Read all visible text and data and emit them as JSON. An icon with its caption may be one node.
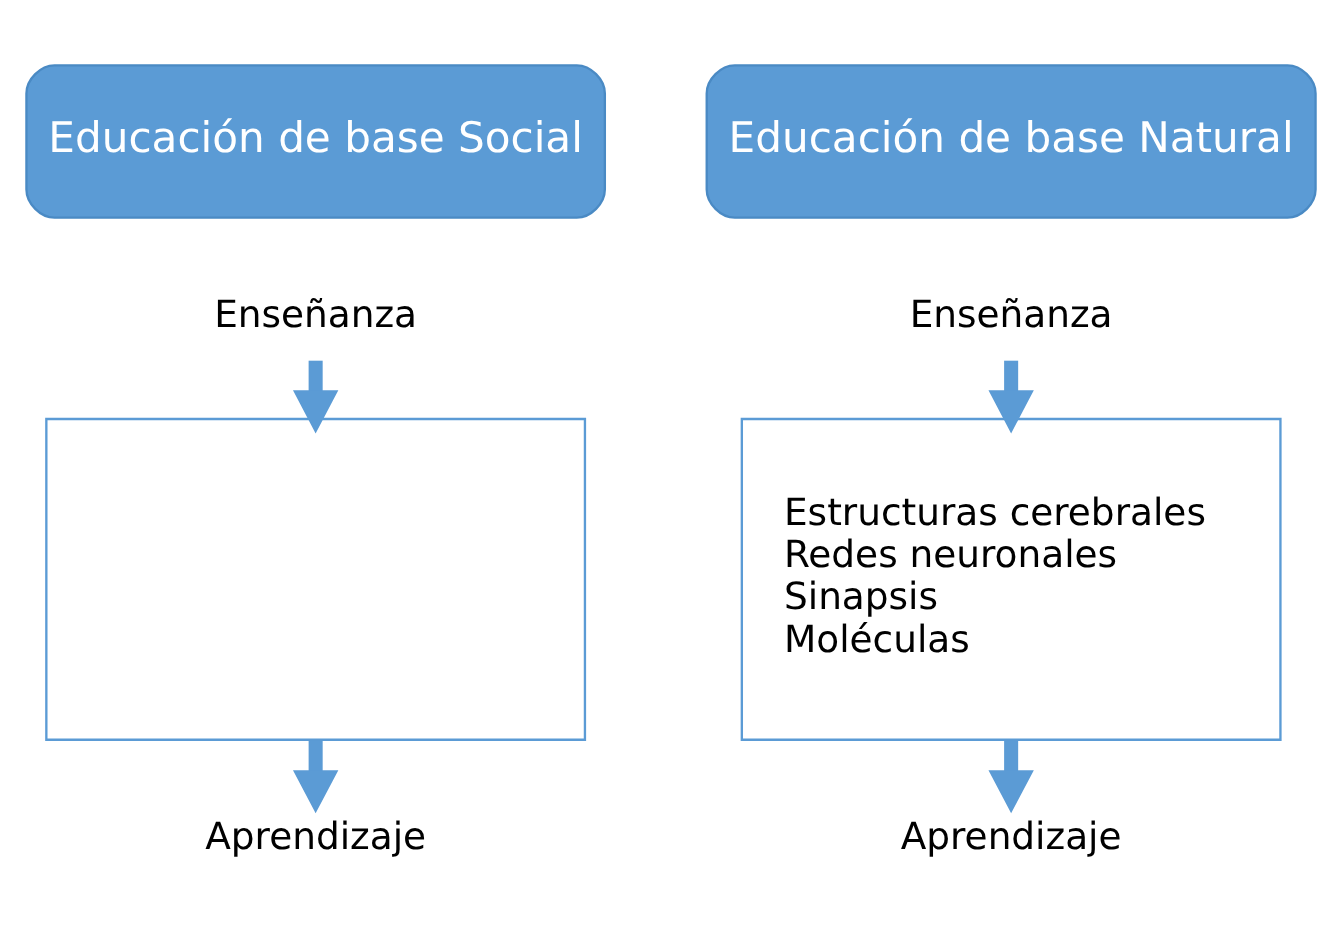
{
  "diagram": {
    "nodes": [
      {
        "text": [
          "Educación de base Social"
        ]
      },
      {
        "text": [
          "Enseñanza"
        ]
      },
      {
        "text": [],
        "shape": "box"
      },
      {
        "text": [
          "Aprendizaje"
        ]
      },
      {
        "text": [
          "Educación de base Natural"
        ]
      },
      {
        "text": [
          "Enseñanza"
        ]
      },
      {
        "text": [
          "Estructuras cerebrales",
          "Redes neuronales",
          "Sinapsis",
          "Moléculas"
        ]
      },
      {
        "text": [
          "Aprendizaje"
        ]
      }
    ],
    "edges": [
      {
        "from": 1,
        "to": 2,
        "arrow": "to"
      },
      {
        "from": 2,
        "to": 3,
        "arrow": "to"
      },
      {
        "from": 5,
        "to": 6,
        "arrow": "to"
      },
      {
        "from": 6,
        "to": 7,
        "arrow": "to"
      }
    ]
  }
}
